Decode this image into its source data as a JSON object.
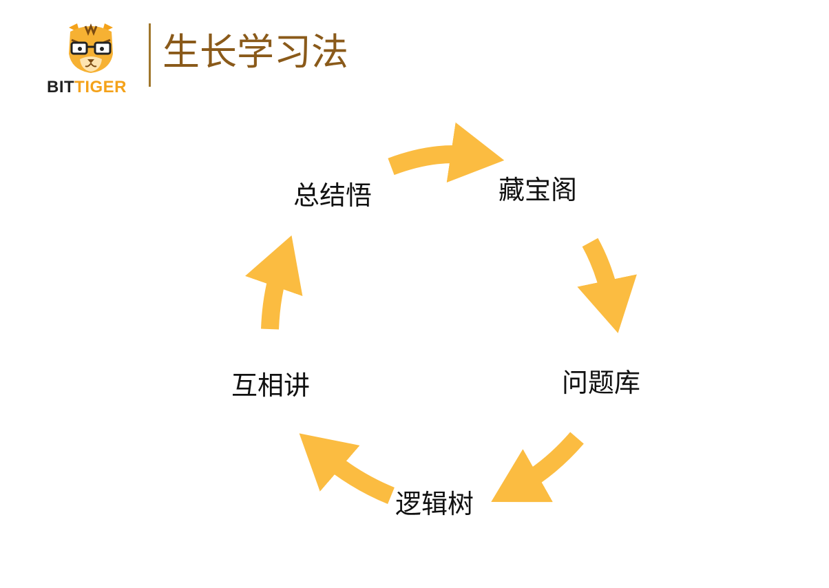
{
  "header": {
    "brand_part1": "BIT",
    "brand_part2": "TIGER",
    "title": "生长学习法",
    "logo_icon": "tiger-mascot-icon",
    "colors": {
      "title": "#8a5a1a",
      "divider": "#a0772c",
      "brand_dark": "#222222",
      "brand_accent": "#f4a21a"
    }
  },
  "cycle": {
    "arrow_color": "#fbbc41",
    "nodes": [
      {
        "id": "summary",
        "label": "总结悟"
      },
      {
        "id": "treasure",
        "label": "藏宝阁"
      },
      {
        "id": "question-bank",
        "label": "问题库"
      },
      {
        "id": "logic-tree",
        "label": "逻辑树"
      },
      {
        "id": "mutual-teaching",
        "label": "互相讲"
      }
    ],
    "arrows": [
      {
        "from": "summary",
        "to": "treasure"
      },
      {
        "from": "treasure",
        "to": "question-bank"
      },
      {
        "from": "question-bank",
        "to": "logic-tree"
      },
      {
        "from": "logic-tree",
        "to": "mutual-teaching"
      },
      {
        "from": "mutual-teaching",
        "to": "summary"
      }
    ]
  }
}
